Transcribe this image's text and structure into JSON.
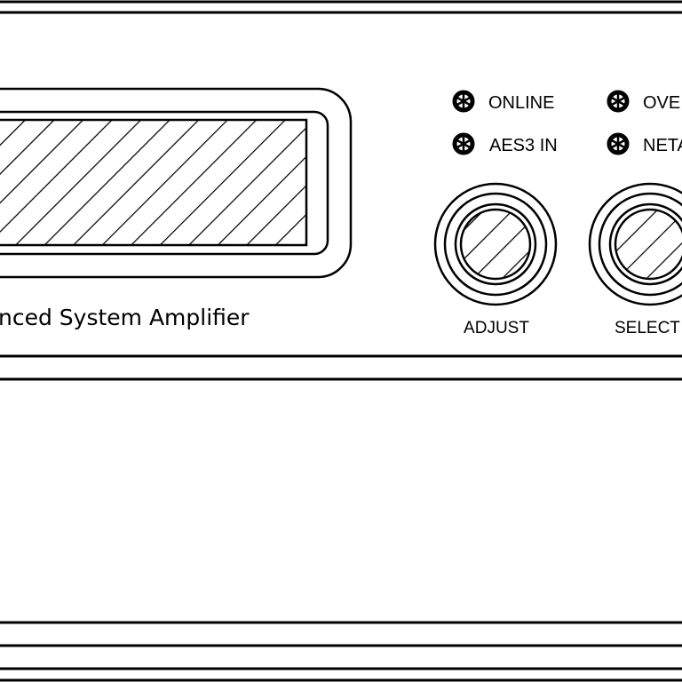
{
  "panel": {
    "brand_text": "nced System Amplifier",
    "indicators": [
      {
        "label": "ONLINE",
        "icon": "led-icon"
      },
      {
        "label": "OVE",
        "icon": "led-icon"
      },
      {
        "label": "AES3 IN",
        "icon": "led-icon"
      },
      {
        "label": "NETA",
        "icon": "led-icon"
      }
    ],
    "knobs": [
      {
        "label": "ADJUST"
      },
      {
        "label": "SELECT"
      }
    ]
  },
  "colors": {
    "line": "#000000",
    "background": "#ffffff"
  }
}
